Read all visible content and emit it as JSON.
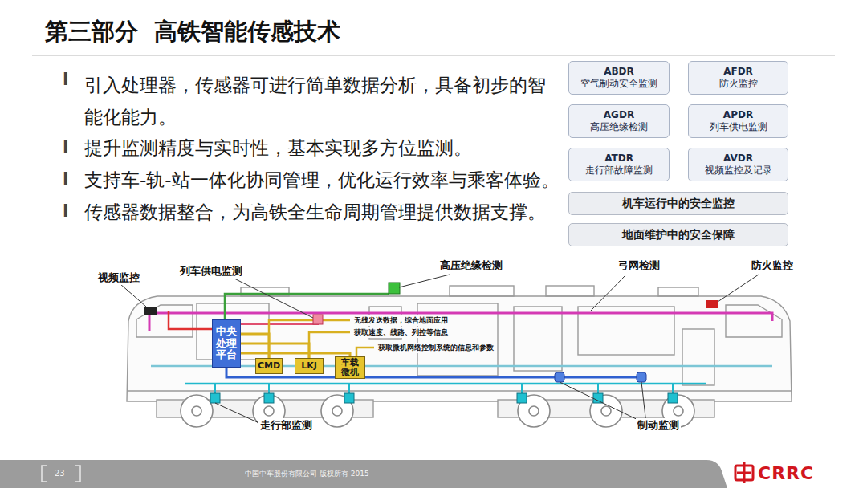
{
  "diagram": {
    "title": "第三部分  高铁智能传感技术",
    "nodes": [
      {
        "text": [
          "ABDR",
          "空气制动安全监测"
        ]
      },
      {
        "text": [
          "AFDR",
          "防火监控"
        ]
      },
      {
        "text": [
          "AGDR",
          "高压绝缘检测"
        ]
      },
      {
        "text": [
          "APDR",
          "列车供电监测"
        ]
      },
      {
        "text": [
          "ATDR",
          "走行部故障监测"
        ]
      },
      {
        "text": [
          "AVDR",
          "视频监控及记录"
        ]
      },
      {
        "text": [
          "机车运行中的安全监控"
        ]
      },
      {
        "text": [
          "地面维护中的安全保障"
        ]
      },
      {
        "text": [
          "中央处理平台"
        ]
      },
      {
        "text": [
          "CMD"
        ]
      },
      {
        "text": [
          "LKJ"
        ]
      },
      {
        "text": [
          "车载微机"
        ]
      }
    ],
    "edges": [
      {
        "from": 8,
        "to": 9,
        "arrow": "none"
      },
      {
        "from": 8,
        "to": 10,
        "arrow": "none"
      },
      {
        "from": 8,
        "to": 11,
        "arrow": "none"
      }
    ],
    "labels": [
      "l",
      "l",
      "l",
      "l",
      "引入处理器，传感器可进行简单数据分析，具备初步的智能化能力。",
      "提升监测精度与实时性，基本实现多方位监测。",
      "支持车-轨-站一体化协同管理，优化运行效率与乘客体验。",
      "传感器数据整合，为高铁全生命周期管理提供数据支撑。",
      "视频监控",
      "列车供电监测",
      "高压绝缘检测",
      "弓网检测",
      "防火监控",
      "走行部监测",
      "制动监测",
      "无线发送数据，综合地面应用",
      "获取速度、线路、列控等信息",
      "获取微机网络控制系统的信息和参数",
      "23",
      "中国中车股份有限公司 版权所有 2015",
      "CRRC"
    ]
  }
}
